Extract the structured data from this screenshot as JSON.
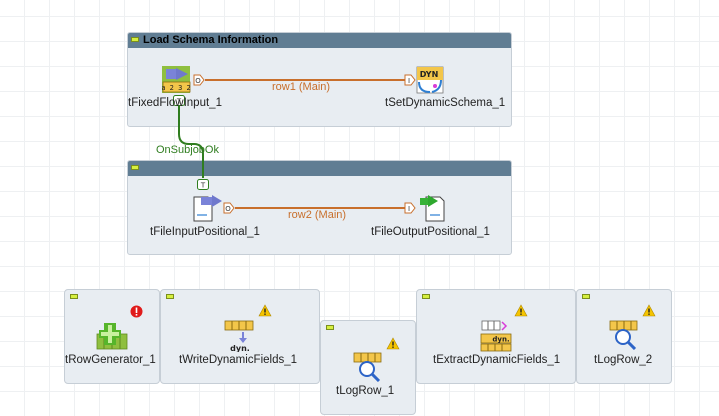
{
  "subjobs": {
    "load_schema": {
      "title": "Load Schema Information"
    },
    "positional": {
      "title": ""
    }
  },
  "components": {
    "fixed_flow": "tFixedFlowInput_1",
    "set_dynamic": "tSetDynamicSchema_1",
    "file_input_positional": "tFileInputPositional_1",
    "file_output_positional": "tFileOutputPositional_1",
    "row_generator": "tRowGenerator_1",
    "write_dynamic": "tWriteDynamicFields_1",
    "log_row_1": "tLogRow_1",
    "extract_dynamic": "tExtractDynamicFields_1",
    "log_row_2": "tLogRow_2"
  },
  "links": {
    "row1": "row1 (Main)",
    "row2": "row2 (Main)",
    "onsubjob": "OnSubjobOk"
  },
  "icons": {
    "fixed_flow_text": "a 2 3 2",
    "dyn_text": "DYN",
    "write_dyn_text": "dyn.",
    "extract_dyn_text": "dyn.",
    "port_out": "O",
    "port_in": "I",
    "port_trigger": "T"
  },
  "colors": {
    "main_link": "#c86f2c",
    "trigger_link": "#2f7d1f",
    "header": "#607d93",
    "warning": "#f5c400",
    "error": "#e01b1b"
  }
}
